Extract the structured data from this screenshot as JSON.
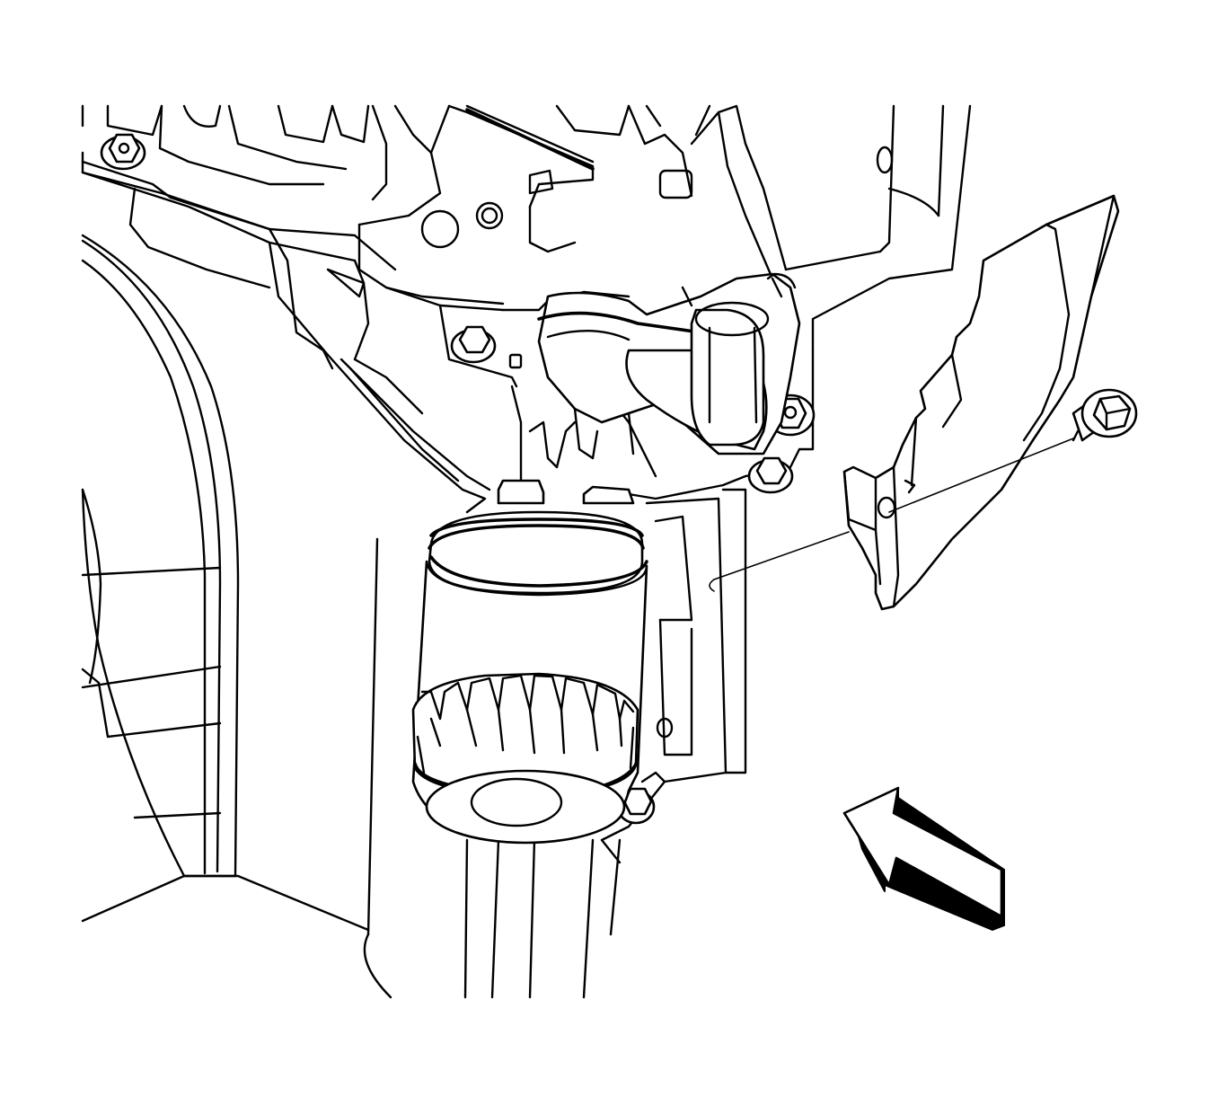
{
  "diagram": {
    "background": "#ffffff",
    "line_color": "#000000",
    "parts": [
      {
        "name": "engine-block",
        "icon": "engine-block-outline"
      },
      {
        "name": "oil-filter",
        "icon": "oil-filter-canister"
      },
      {
        "name": "oil-filter-adapter",
        "icon": "filter-adapter-housing"
      },
      {
        "name": "heat-shield-bracket",
        "icon": "shield-bracket"
      },
      {
        "name": "shield-bolt",
        "icon": "hex-flange-bolt"
      },
      {
        "name": "view-direction-arrow",
        "icon": "block-arrow-up-left"
      }
    ]
  }
}
